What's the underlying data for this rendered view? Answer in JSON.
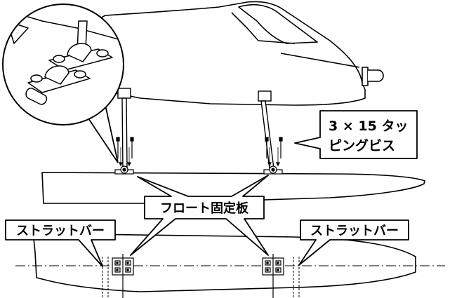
{
  "labels": {
    "screw_line1": "3 × 15 タッ",
    "screw_line2": "ピングビス",
    "float_plate": "フロート固定板",
    "strut_bar_left": "ストラットバー",
    "strut_bar_right": "ストラットバー"
  },
  "colors": {
    "line": "#000000",
    "background": "#ffffff"
  }
}
